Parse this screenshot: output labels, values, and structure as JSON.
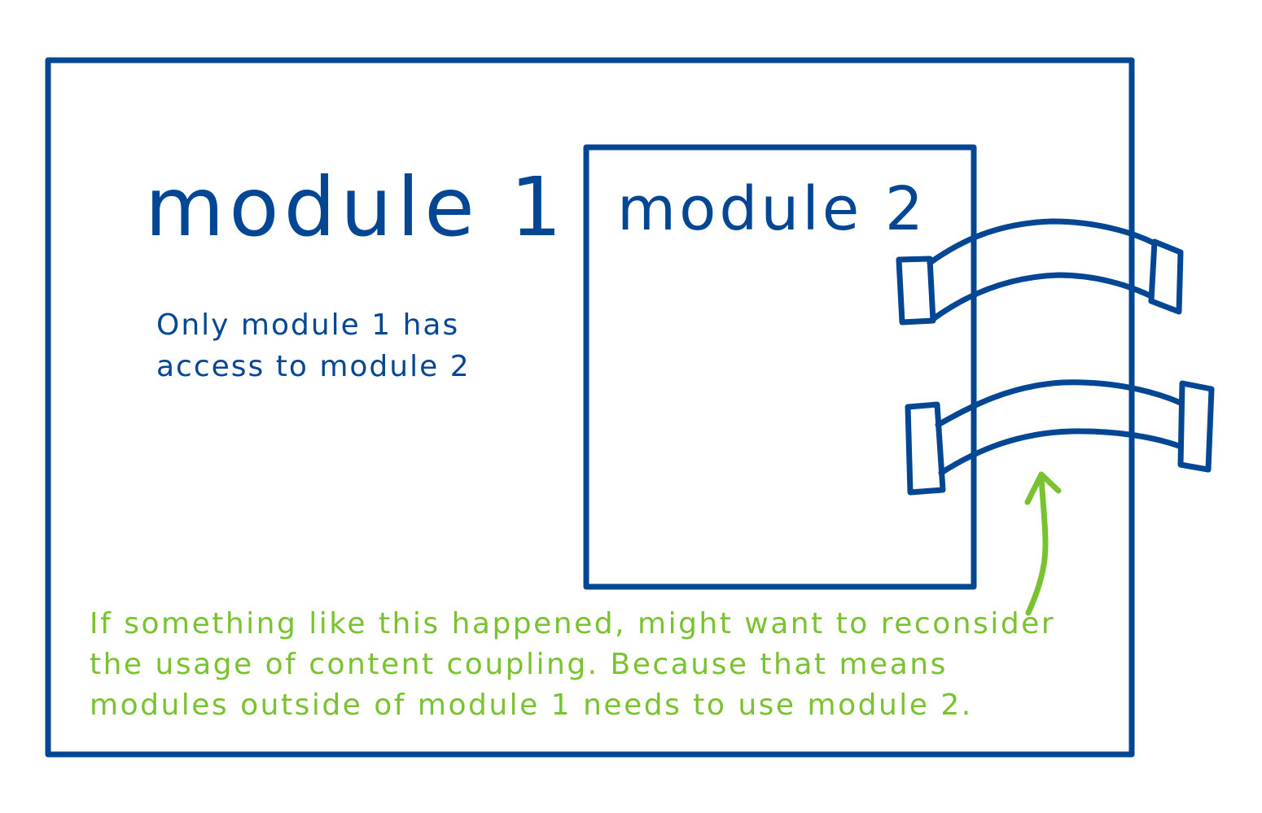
{
  "diagram": {
    "outer_module": {
      "title": "module 1"
    },
    "inner_module": {
      "title": "module 2"
    },
    "access_note": {
      "lines": [
        "Only module 1 has",
        "access to module 2"
      ]
    },
    "warning_note": {
      "lines": [
        "If something like this happened, might want to reconsider",
        "the usage of content coupling. Because that means",
        "modules outside of module 1 needs to use module 2."
      ]
    }
  },
  "colors": {
    "structure": "#034694",
    "annotation": "#79c230",
    "background": "#ffffff"
  },
  "icons": {
    "connectors": "cable-connector-icon",
    "pointer": "arrow-up-icon"
  }
}
